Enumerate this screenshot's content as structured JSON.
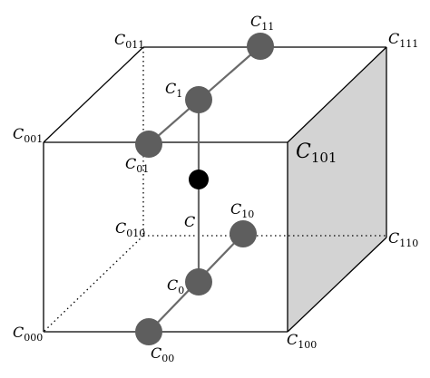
{
  "diagram": {
    "shaded_face_color": "#d3d3d3",
    "node_color": "#5e5e5e",
    "center_node_color": "#000000",
    "corners": {
      "c000": {
        "base": "C",
        "sub": "000"
      },
      "c100": {
        "base": "C",
        "sub": "100"
      },
      "c010": {
        "base": "C",
        "sub": "010"
      },
      "c110": {
        "base": "C",
        "sub": "110"
      },
      "c001": {
        "base": "C",
        "sub": "001"
      },
      "c101": {
        "base": "C",
        "sub": "101"
      },
      "c011": {
        "base": "C",
        "sub": "011"
      },
      "c111": {
        "base": "C",
        "sub": "111"
      }
    },
    "points": {
      "c00": {
        "base": "C",
        "sub": "00"
      },
      "c10": {
        "base": "C",
        "sub": "10"
      },
      "c01": {
        "base": "C",
        "sub": "01"
      },
      "c11": {
        "base": "C",
        "sub": "11"
      },
      "c0": {
        "base": "C",
        "sub": "0"
      },
      "c1": {
        "base": "C",
        "sub": "1"
      },
      "c": {
        "base": "C",
        "sub": ""
      }
    }
  }
}
